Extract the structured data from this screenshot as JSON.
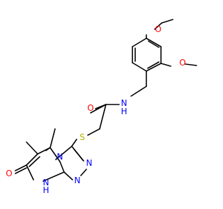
{
  "colors": {
    "background": "#ffffff",
    "bond": "#000000",
    "oxygen": "#ff0000",
    "nitrogen": "#0000ff",
    "sulfur": "#b2b200"
  },
  "atoms": {
    "o_methoxy_top": "O",
    "o_methoxy_right": "O",
    "o_carbonyl": "O",
    "n_amide": "N",
    "h_amide": "H",
    "s_thioether": "S",
    "n_triazole_a": "N",
    "n_triazole_b": "N",
    "n_bridge": "N",
    "n_ring_nh": "N",
    "h_ring_nh": "H",
    "o_ketone": "O"
  }
}
